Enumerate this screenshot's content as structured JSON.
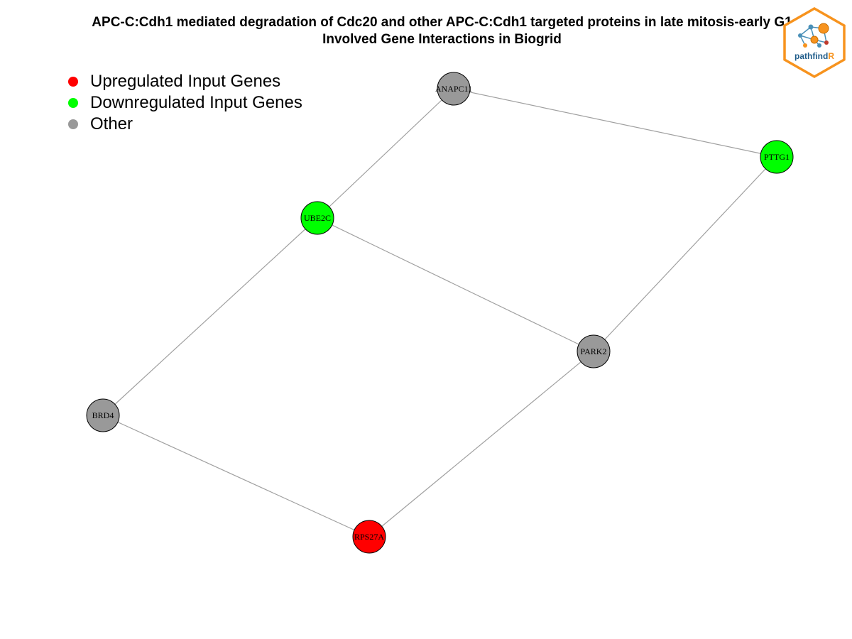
{
  "title": {
    "line1": "APC-C:Cdh1 mediated degradation of Cdc20 and other APC-C:Cdh1 targeted proteins in late mitosis-early G1",
    "line2": "Involved Gene Interactions in Biogrid"
  },
  "legend": [
    {
      "label": "Upregulated Input Genes",
      "color": "#ff0000"
    },
    {
      "label": "Downregulated Input Genes",
      "color": "#00ff00"
    },
    {
      "label": "Other",
      "color": "#999999"
    }
  ],
  "logo": {
    "text_main": "pathfind",
    "text_accent": "R",
    "border_color": "#f7931e",
    "accent_color": "#f7931e",
    "text_color": "#1f5c8a"
  },
  "colors": {
    "edge": "#a0a0a0",
    "node_stroke": "#000000"
  },
  "network": {
    "nodes": [
      {
        "id": "ANAPC11",
        "label": "ANAPC11",
        "status": "other"
      },
      {
        "id": "PTTG1",
        "label": "PTTG1",
        "status": "down"
      },
      {
        "id": "UBE2C",
        "label": "UBE2C",
        "status": "down"
      },
      {
        "id": "PARK2",
        "label": "PARK2",
        "status": "other"
      },
      {
        "id": "BRD4",
        "label": "BRD4",
        "status": "other"
      },
      {
        "id": "RPS27A",
        "label": "RPS27A",
        "status": "up"
      }
    ],
    "edges": [
      [
        "ANAPC11",
        "PTTG1"
      ],
      [
        "ANAPC11",
        "UBE2C"
      ],
      [
        "UBE2C",
        "PARK2"
      ],
      [
        "UBE2C",
        "BRD4"
      ],
      [
        "PTTG1",
        "PARK2"
      ],
      [
        "PARK2",
        "RPS27A"
      ],
      [
        "BRD4",
        "RPS27A"
      ]
    ]
  }
}
